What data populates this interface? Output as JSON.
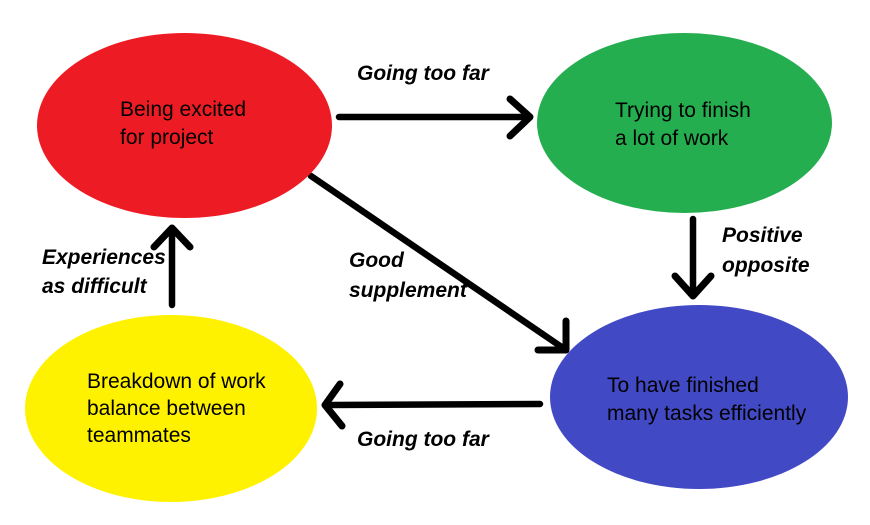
{
  "diagram": {
    "background_color": "#ffffff",
    "arrow_color": "#000000",
    "text_color": "#000000",
    "nodes": [
      {
        "id": "being-excited",
        "label": "Being excited\nfor project",
        "color": "#ED1C24",
        "shape": "ellipse"
      },
      {
        "id": "trying-to-finish",
        "label": "Trying to finish\na lot of work",
        "color": "#25AE4F",
        "shape": "ellipse"
      },
      {
        "id": "finished-tasks",
        "label": "To have finished\nmany tasks efficiently",
        "color": "#4249C4",
        "shape": "ellipse"
      },
      {
        "id": "work-breakdown",
        "label": "Breakdown of work\nbalance between\nteammates",
        "color": "#FFF200",
        "shape": "ellipse"
      }
    ],
    "edges": [
      {
        "from": "being-excited",
        "to": "trying-to-finish",
        "label": "Going too far"
      },
      {
        "from": "trying-to-finish",
        "to": "finished-tasks",
        "label": "Positive\nopposite"
      },
      {
        "from": "being-excited",
        "to": "finished-tasks",
        "label": "Good\nsupplement"
      },
      {
        "from": "finished-tasks",
        "to": "work-breakdown",
        "label": "Going too far"
      },
      {
        "from": "work-breakdown",
        "to": "being-excited",
        "label": "Experiences\nas difficult"
      }
    ]
  }
}
